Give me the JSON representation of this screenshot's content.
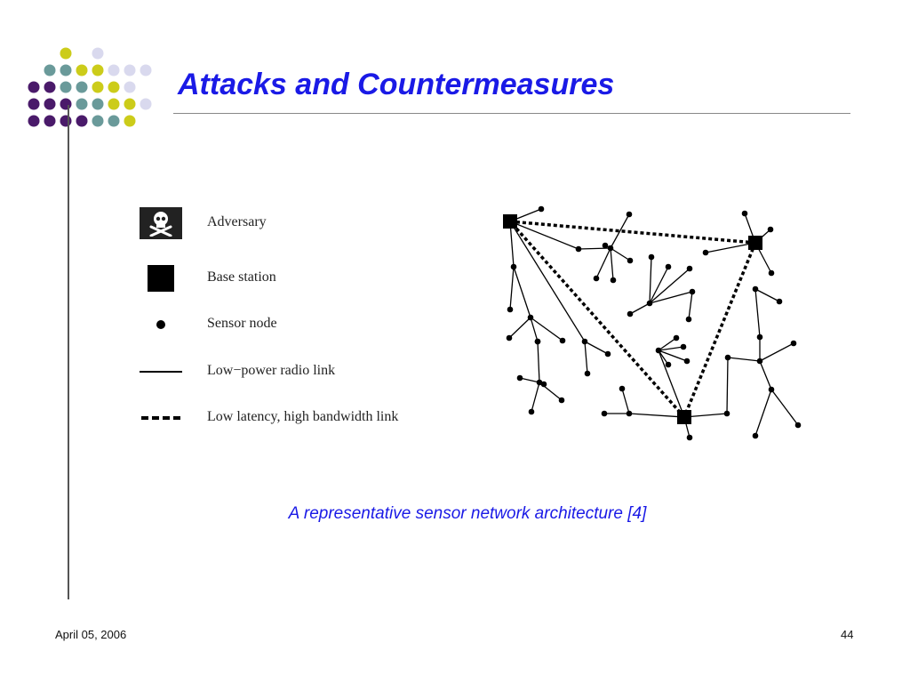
{
  "slide": {
    "title": "Attacks and Countermeasures",
    "caption": "A representative sensor network architecture [4]",
    "date": "April 05, 2006",
    "page_number": "44"
  },
  "decoration": {
    "dot_colors": [
      "#cccc1a",
      "#d9d9ee",
      "#6a9a9a",
      "#4a1a6a"
    ]
  },
  "legend": [
    {
      "icon": "skull-crossbones-icon",
      "label": "Adversary"
    },
    {
      "icon": "base-station-icon",
      "label": "Base station"
    },
    {
      "icon": "sensor-node-icon",
      "label": "Sensor node"
    },
    {
      "icon": "solid-line-icon",
      "label": "Low−power radio link"
    },
    {
      "icon": "dashed-line-icon",
      "label": "Low latency, high bandwidth link"
    }
  ],
  "network": {
    "base_stations": 3,
    "high_bandwidth_links": 3
  }
}
